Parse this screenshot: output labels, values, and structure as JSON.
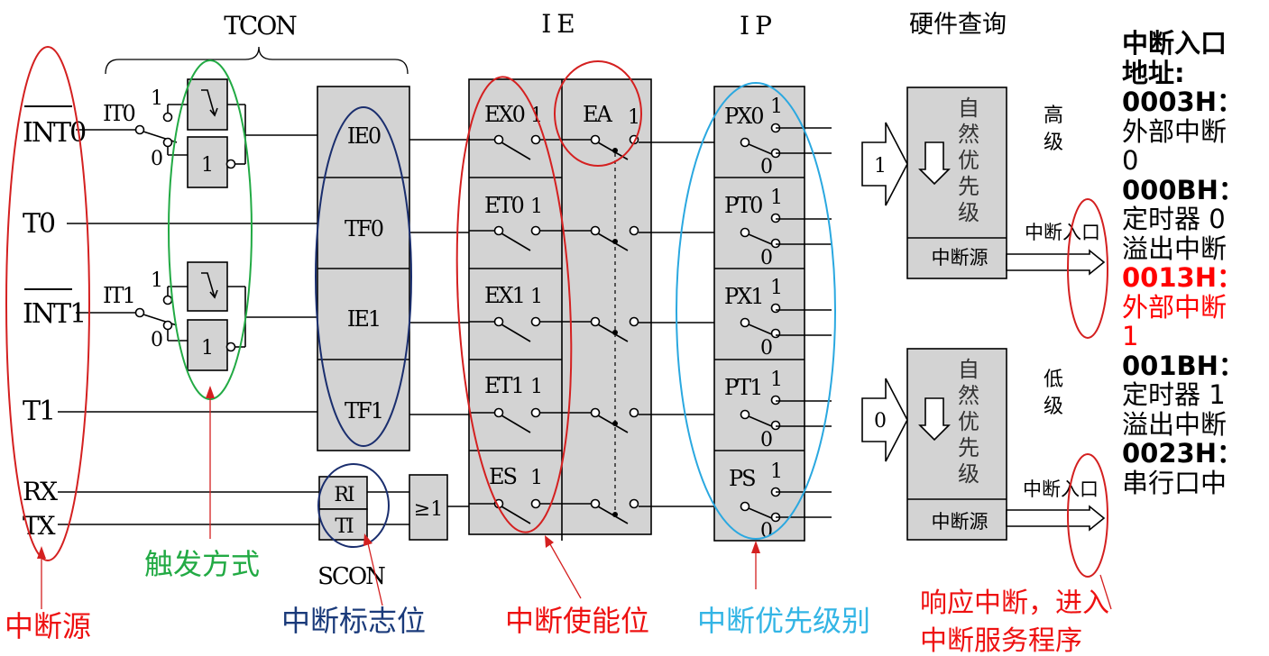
{
  "labels": {
    "tcon": "TCON",
    "ie": "IE",
    "ip": "IP",
    "hardware_query": "硬件查询",
    "scon": "SCON"
  },
  "sources": {
    "int0": "INT0",
    "t0": "T0",
    "int1": "INT1",
    "t1": "T1",
    "rx": "RX",
    "tx": "TX"
  },
  "trigger": {
    "it0": "IT0",
    "it1": "IT1",
    "one": "1",
    "zero": "0",
    "gate_one": "1"
  },
  "flags": [
    "IE0",
    "TF0",
    "IE1",
    "TF1"
  ],
  "serial_flags": [
    "RI",
    "TI"
  ],
  "or_gate": "≥1",
  "enable_bits": [
    "EX0",
    "ET0",
    "EX1",
    "ET1",
    "ES"
  ],
  "enable_one": "1",
  "ea": "EA",
  "priority_bits": [
    "PX0",
    "PT0",
    "PX1",
    "PT1",
    "PS"
  ],
  "prio_one": "1",
  "prio_zero": "0",
  "high": {
    "level_in": "1",
    "natural": "自然优先级",
    "source": "中断源",
    "entry": "中断入口",
    "name": "高级"
  },
  "low": {
    "level_in": "0",
    "natural": "自然优先级",
    "source": "中断源",
    "entry": "中断入口",
    "name": "低级"
  },
  "annotations": {
    "source": "中断源",
    "trigger": "触发方式",
    "flag": "中断标志位",
    "enable": "中断使能位",
    "priority": "中断优先级别",
    "response_1": "响应中断，进入",
    "response_2": "中断服务程序"
  },
  "side_panel": {
    "title_1": "中断入口",
    "title_2": "地址:",
    "addr_0": "0003H：",
    "desc_0a": "外部中断",
    "desc_0b": "0",
    "addr_1": "000BH：",
    "desc_1a": "定时器 0",
    "desc_1b": "溢出中断",
    "addr_2": "0013H：",
    "desc_2a": "外部中断",
    "desc_2b": "1",
    "addr_3": "001BH：",
    "desc_3a": "定时器 1",
    "desc_3b": "溢出中断",
    "addr_4": "0023H：",
    "desc_4": "串行口中"
  },
  "colors": {
    "box_fill": "#d3d3d3",
    "red": "#d42020",
    "green": "#22aa44",
    "navy": "#1a2e6e",
    "cyan": "#2aa8e0",
    "annotation_red": "#ee1111",
    "annotation_green": "#22aa44",
    "annotation_navy": "#1a3a7a",
    "annotation_cyan": "#33b5e5"
  }
}
